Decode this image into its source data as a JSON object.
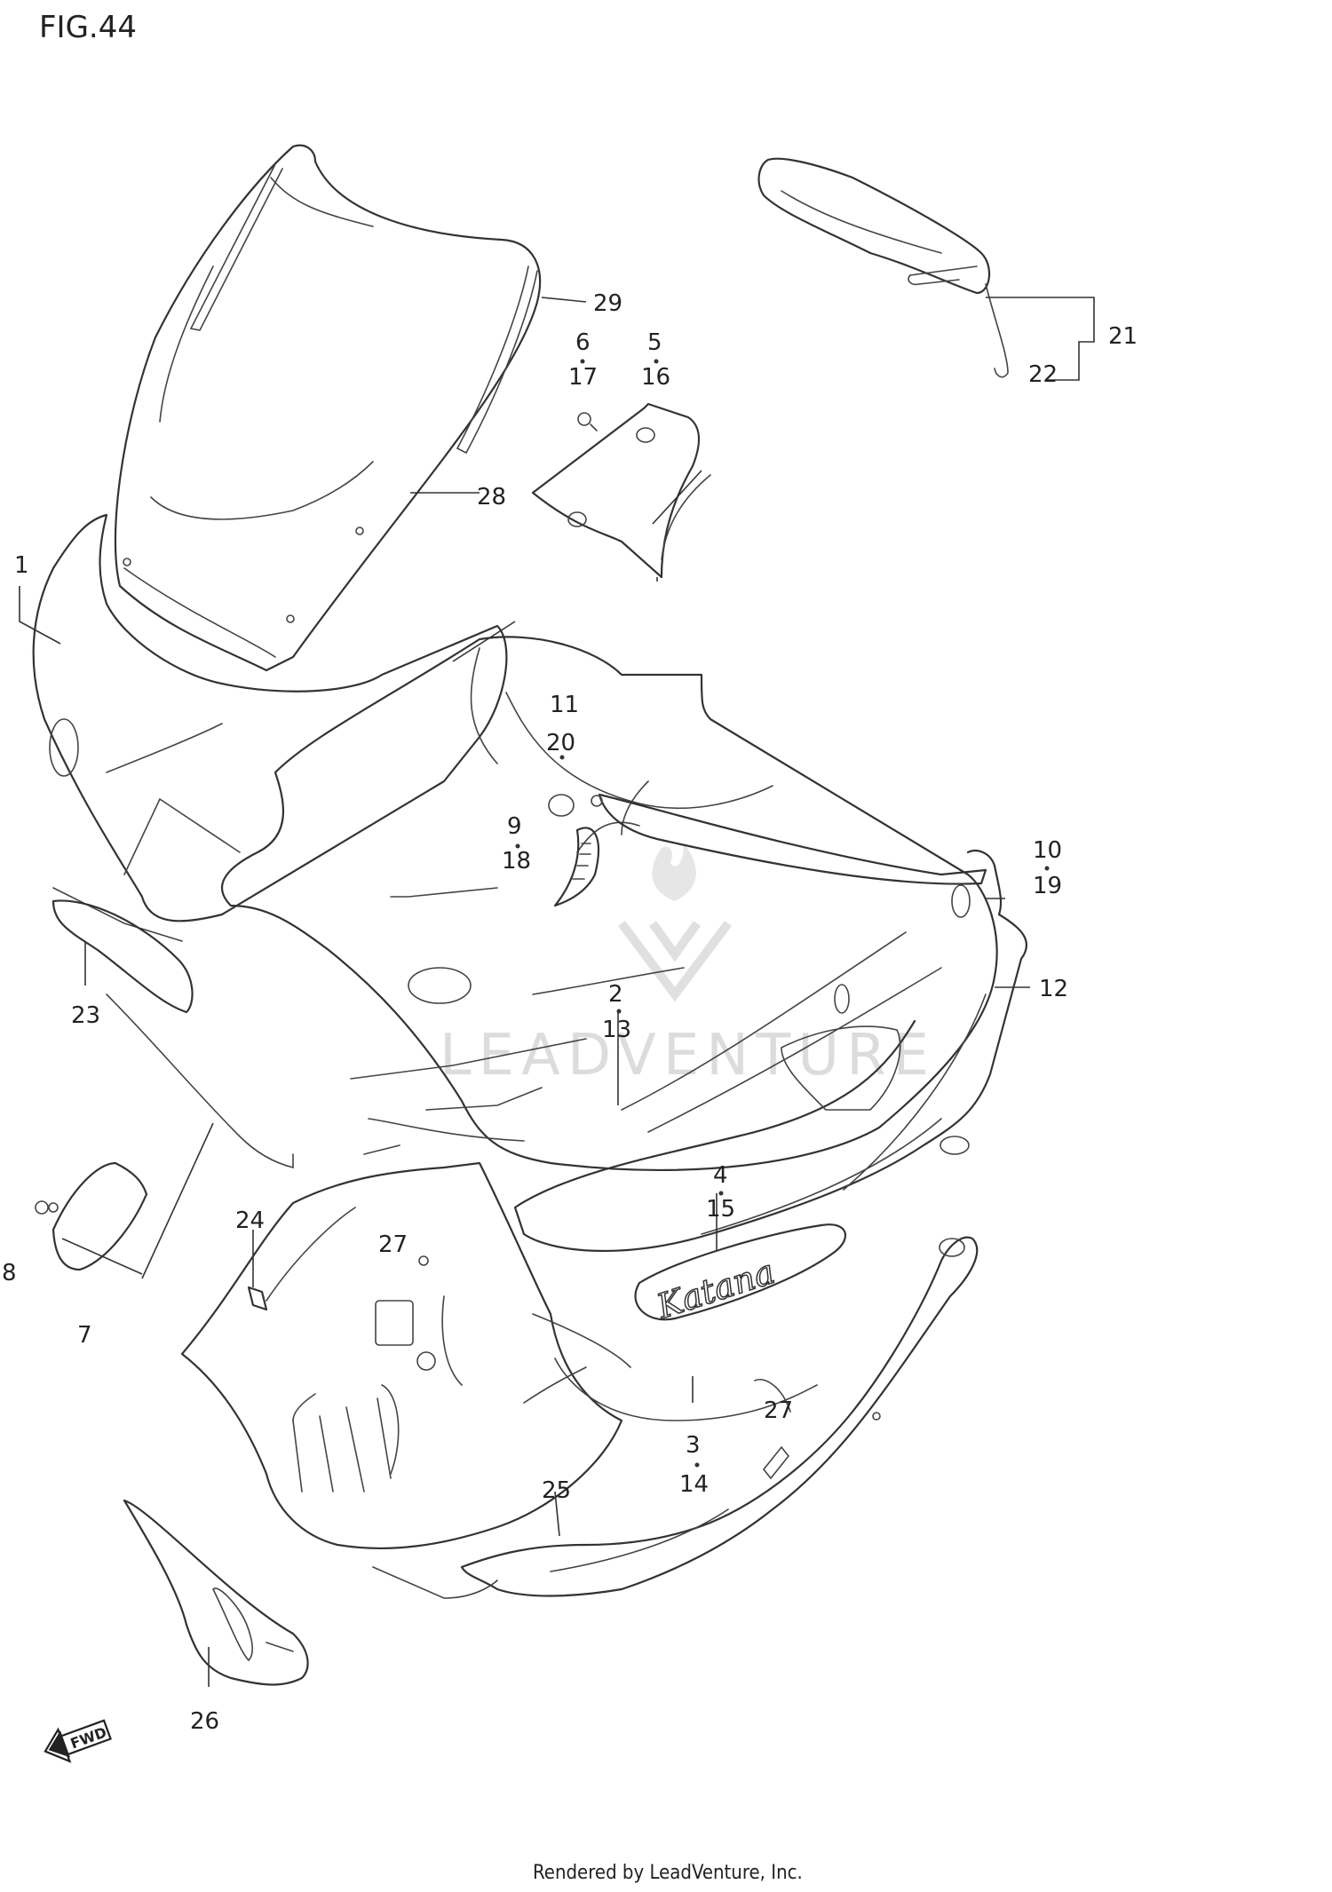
{
  "figure": {
    "title": "FIG.44",
    "footer": "Rendered by LeadVenture, Inc.",
    "watermark": "LEADVENTURE",
    "fwd_label": "FWD",
    "brand_decal": "Katana"
  },
  "callouts": {
    "c1": "1",
    "c2": "2",
    "c13": "13",
    "c3": "3",
    "c14": "14",
    "c4": "4",
    "c15": "15",
    "c5": "5",
    "c16": "16",
    "c6": "6",
    "c17": "17",
    "c7": "7",
    "c8": "8",
    "c9": "9",
    "c18": "18",
    "c10": "10",
    "c19": "19",
    "c11": "11",
    "c20": "20",
    "c12": "12",
    "c21": "21",
    "c22": "22",
    "c23": "23",
    "c24": "24",
    "c25": "25",
    "c26": "26",
    "c27a": "27",
    "c27b": "27",
    "c28": "28",
    "c29": "29"
  },
  "colors": {
    "line": "#333333",
    "watermark": "#d9d9d9",
    "background": "#ffffff"
  }
}
